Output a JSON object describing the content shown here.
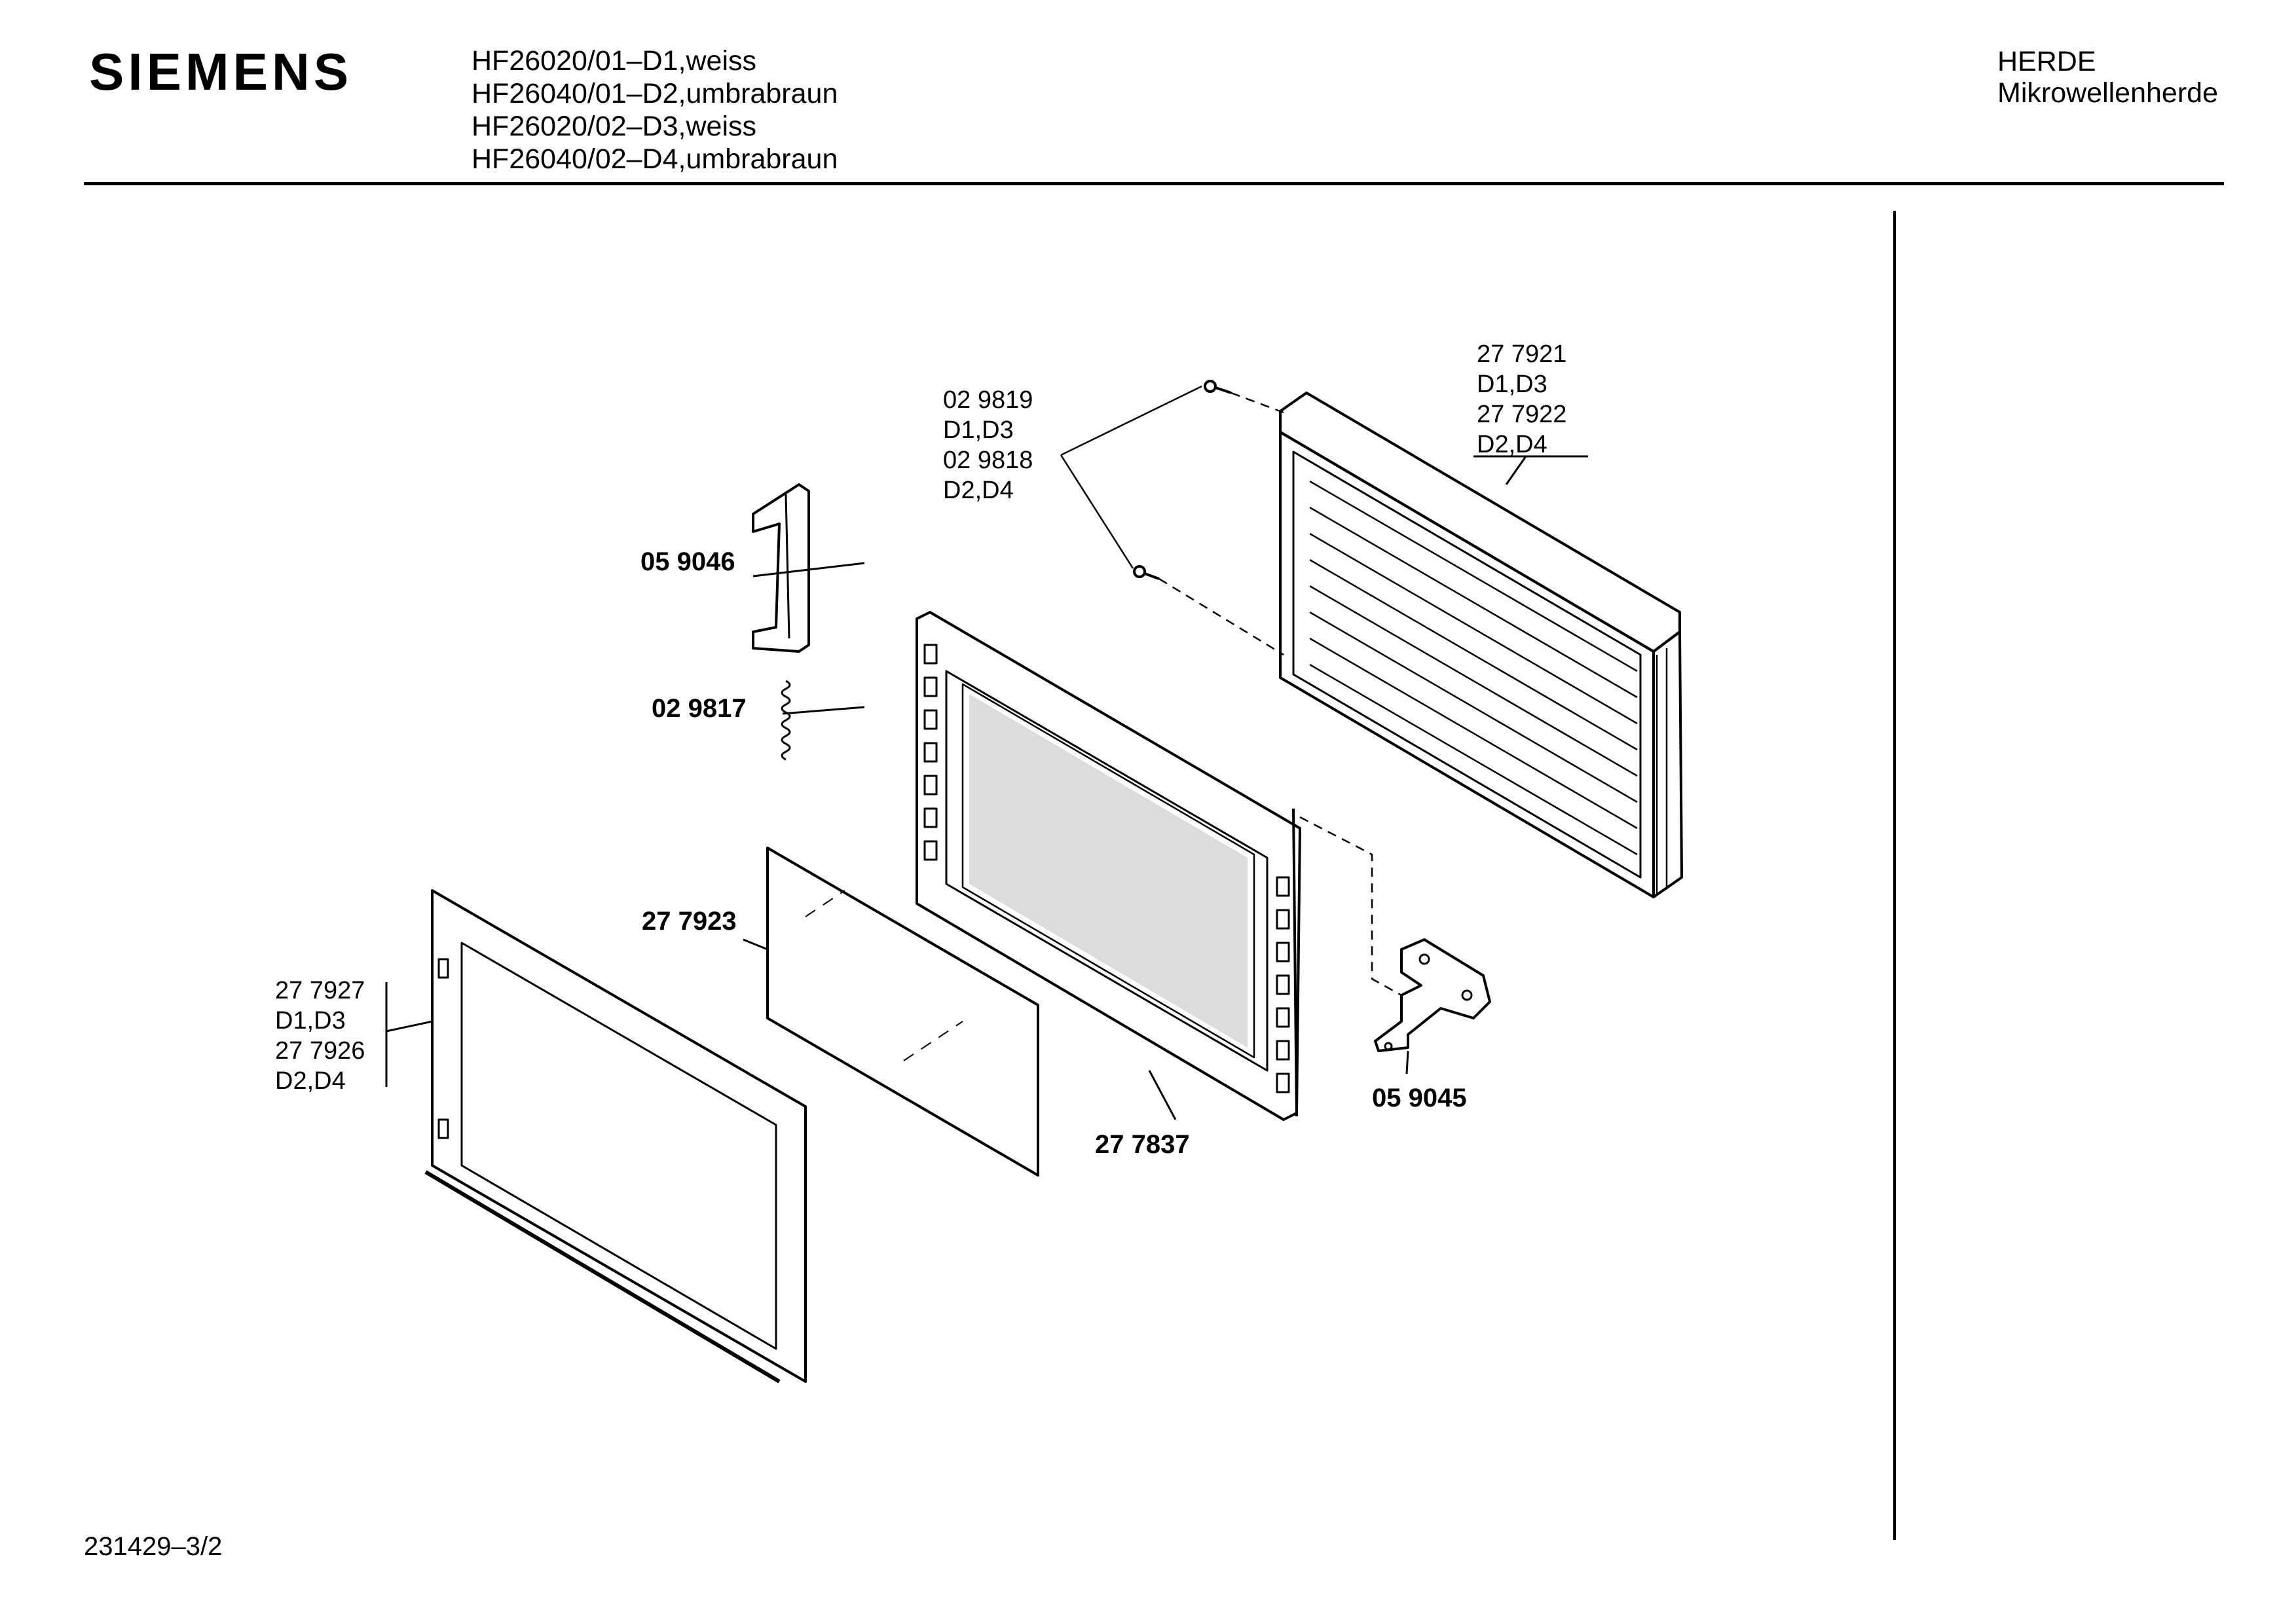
{
  "header": {
    "brand": "SIEMENS",
    "models": [
      "HF26020/01–D1,weiss",
      "HF26040/01–D2,umbrabraun",
      "HF26020/02–D3,weiss",
      "HF26040/02–D4,umbrabraun"
    ],
    "category": "HERDE",
    "subcategory": "Mikrowellenherde"
  },
  "parts": {
    "frame_top": [
      "27 7921",
      "D1,D3",
      "27 7922",
      "D2,D4"
    ],
    "screws": [
      "02 9819",
      "D1,D3",
      "02 9818",
      "D2,D4"
    ],
    "clip": "05 9046",
    "spring": "02 9817",
    "glass": "27 7923",
    "outer_frame": [
      "27 7927",
      "D1,D3",
      "27 7926",
      "D2,D4"
    ],
    "door_panel": "27 7837",
    "bracket": "05 9045"
  },
  "footer": {
    "doc_id": "231429–3/2"
  }
}
